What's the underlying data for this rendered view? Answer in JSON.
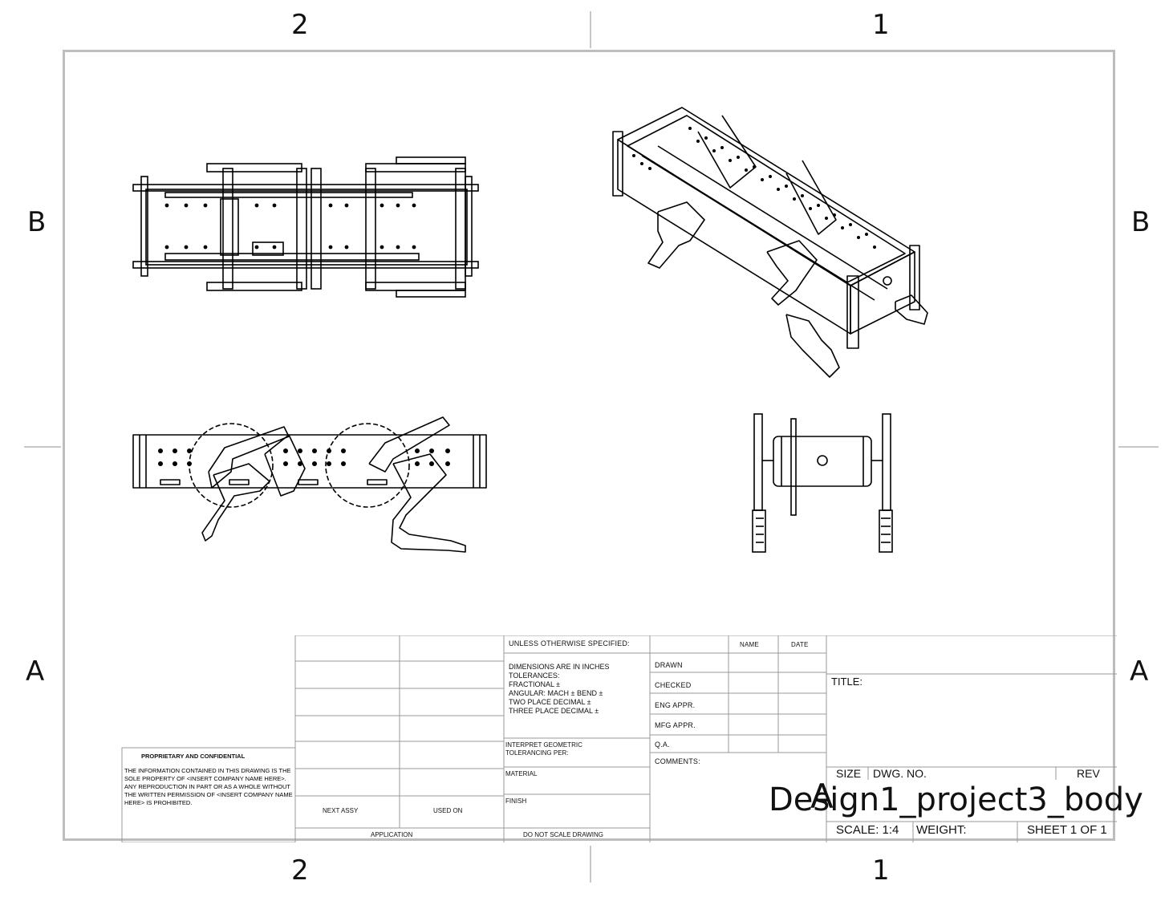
{
  "zones": {
    "top_left": "2",
    "top_right": "1",
    "bottom_left": "2",
    "bottom_right": "1",
    "left_upper": "B",
    "left_lower": "A",
    "right_upper": "B",
    "right_lower": "A"
  },
  "title_block": {
    "unless_specified": "UNLESS OTHERWISE SPECIFIED:",
    "tolerance_lines": [
      "DIMENSIONS ARE IN INCHES",
      "TOLERANCES:",
      "FRACTIONAL ±",
      "ANGULAR: MACH ±    BEND ±",
      "TWO PLACE DECIMAL    ±",
      "THREE PLACE DECIMAL  ±"
    ],
    "interpret": [
      "INTERPRET GEOMETRIC",
      "TOLERANCING PER:"
    ],
    "material": "MATERIAL",
    "finish": "FINISH",
    "do_not_scale": "DO NOT SCALE DRAWING",
    "next_assy": "NEXT ASSY",
    "used_on": "USED ON",
    "application": "APPLICATION",
    "col_name": "NAME",
    "col_date": "DATE",
    "rows": [
      "DRAWN",
      "CHECKED",
      "ENG APPR.",
      "MFG APPR.",
      "Q.A."
    ],
    "comments": "COMMENTS:",
    "title_label": "TITLE:",
    "size_label": "SIZE",
    "dwg_no_label": "DWG.  NO.",
    "rev_label": "REV",
    "size_value": "A",
    "drawing_name": "Design1_project3_body",
    "scale": "SCALE: 1:4",
    "weight": "WEIGHT:",
    "sheet": "SHEET 1 OF 1",
    "confidential_title": "PROPRIETARY AND CONFIDENTIAL",
    "confidential_body": "THE INFORMATION CONTAINED IN THIS DRAWING IS THE SOLE PROPERTY OF <INSERT COMPANY NAME HERE>. ANY REPRODUCTION IN PART OR AS A WHOLE WITHOUT THE WRITTEN PERMISSION OF <INSERT COMPANY NAME HERE> IS PROHIBITED."
  },
  "views": [
    "top-view",
    "isometric-view",
    "front-view",
    "side-view"
  ]
}
